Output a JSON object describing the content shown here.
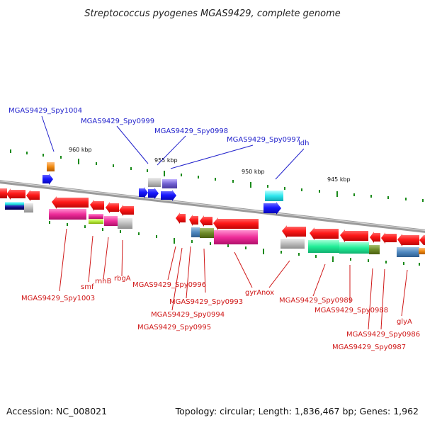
{
  "title": "Streptococcus pyogenes MGAS9429, complete genome",
  "footer": {
    "accession": "Accession: NC_008021",
    "summary": "Topology: circular; Length: 1,836,467 bp; Genes: 1,962"
  },
  "scale_labels": [
    "960 kbp",
    "955 kbp",
    "950 kbp",
    "945 kbp"
  ],
  "colors": {
    "forward_label": "#2222cc",
    "reverse_label": "#d01818",
    "backbone": "#8a8a8a"
  },
  "forward_genes": [
    "MGAS9429_Spy1004",
    "MGAS9429_Spy0999",
    "MGAS9429_Spy0998",
    "MGAS9429_Spy0997",
    "ldh"
  ],
  "reverse_genes": [
    "MGAS9429_Spy1003",
    "smf",
    "rnhB",
    "rbgA",
    "MGAS9429_Spy0996",
    "MGAS9429_Spy0993",
    "MGAS9429_Spy0994",
    "MGAS9429_Spy0995",
    "gyrA",
    "nox",
    "MGAS9429_Spy0989",
    "MGAS9429_Spy0988",
    "glyA",
    "MGAS9429_Spy0986",
    "MGAS9429_Spy0987"
  ]
}
